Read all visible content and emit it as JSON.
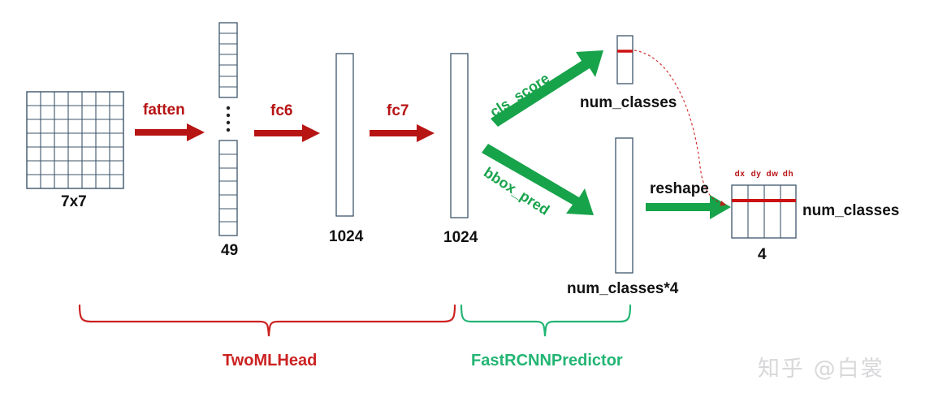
{
  "diagram": {
    "title_watermark": "知乎 @白裳",
    "blocks": {
      "input_grid_label": "7x7",
      "flatten_vector_label": "49",
      "fc6_out_label": "1024",
      "fc7_out_label": "1024",
      "cls_out_label": "num_classes",
      "bbox_out_label": "num_classes*4",
      "table_cols_label": "4",
      "table_rows_label": "num_classes"
    },
    "arrows": {
      "flatten": "fatten",
      "fc6": "fc6",
      "fc7": "fc7",
      "cls_score": "cls_score",
      "bbox_pred": "bbox_pred",
      "reshape": "reshape"
    },
    "table_headers": [
      "dx",
      "dy",
      "dw",
      "dh"
    ],
    "braces": {
      "left_label": "TwoMLHead",
      "right_label": "FastRCNNPredictor"
    },
    "colors": {
      "red_arrow": "#b71414",
      "green_arrow": "#17a34a",
      "box_stroke": "#3d556b",
      "brace_red": "#cc2222",
      "brace_green": "#22b573",
      "highlight_red": "#cc1111",
      "watermark": "#d8d8da"
    }
  }
}
